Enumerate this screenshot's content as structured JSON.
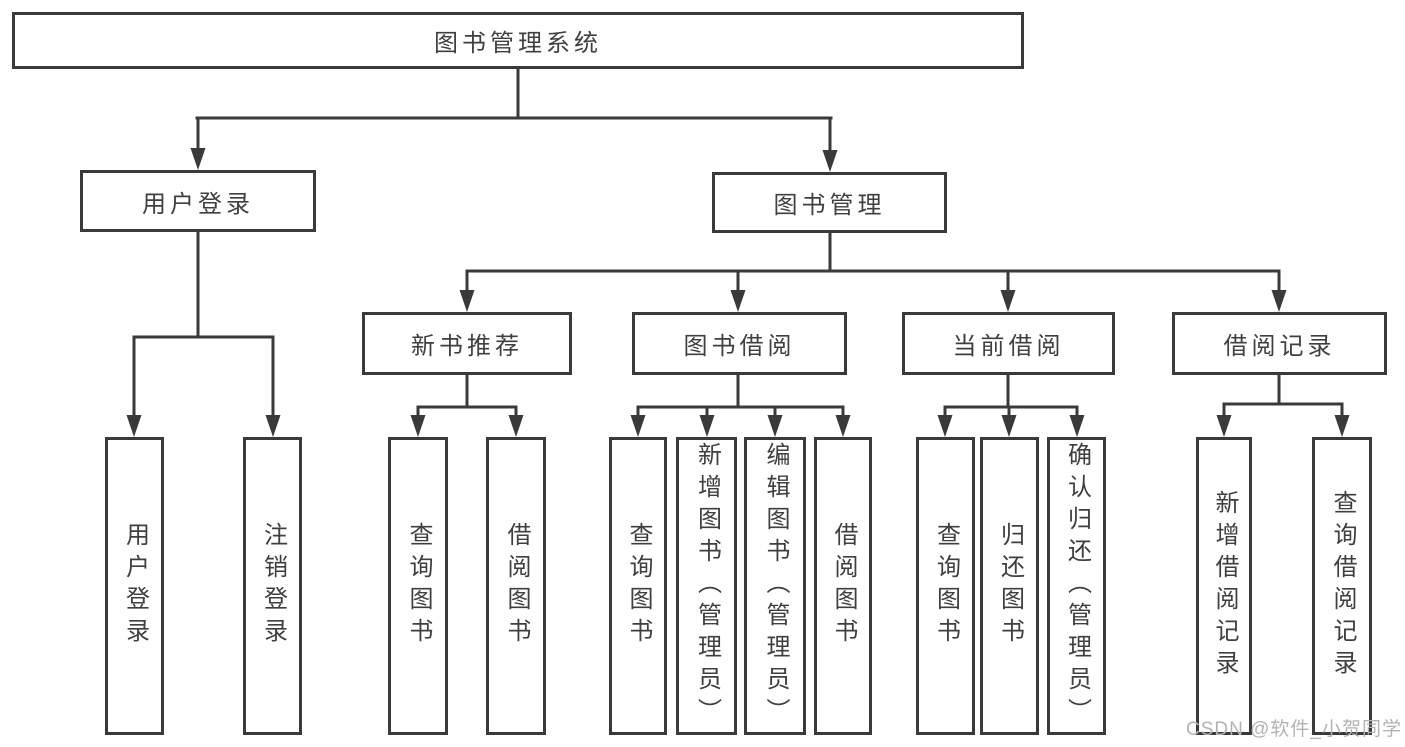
{
  "tree": {
    "label": "图书管理系统",
    "children": [
      {
        "label": "用户登录",
        "children": [
          {
            "label": "用户登录"
          },
          {
            "label": "注销登录"
          }
        ]
      },
      {
        "label": "图书管理",
        "children": [
          {
            "label": "新书推荐",
            "children": [
              {
                "label": "查询图书"
              },
              {
                "label": "借阅图书"
              }
            ]
          },
          {
            "label": "图书借阅",
            "children": [
              {
                "label": "查询图书"
              },
              {
                "label": "新增图书（管理员）"
              },
              {
                "label": "编辑图书（管理员）"
              },
              {
                "label": "借阅图书"
              }
            ]
          },
          {
            "label": "当前借阅",
            "children": [
              {
                "label": "查询图书"
              },
              {
                "label": "归还图书"
              },
              {
                "label": "确认归还（管理员）"
              }
            ]
          },
          {
            "label": "借阅记录",
            "children": [
              {
                "label": "新增借阅记录"
              },
              {
                "label": "查询借阅记录"
              }
            ]
          }
        ]
      }
    ]
  },
  "watermark": "CSDN @软件_小贺同学",
  "colors": {
    "line": "#3a3a3a",
    "text": "#3f3f3f",
    "watermark": "#b3b3b3",
    "background": "#ffffff"
  }
}
